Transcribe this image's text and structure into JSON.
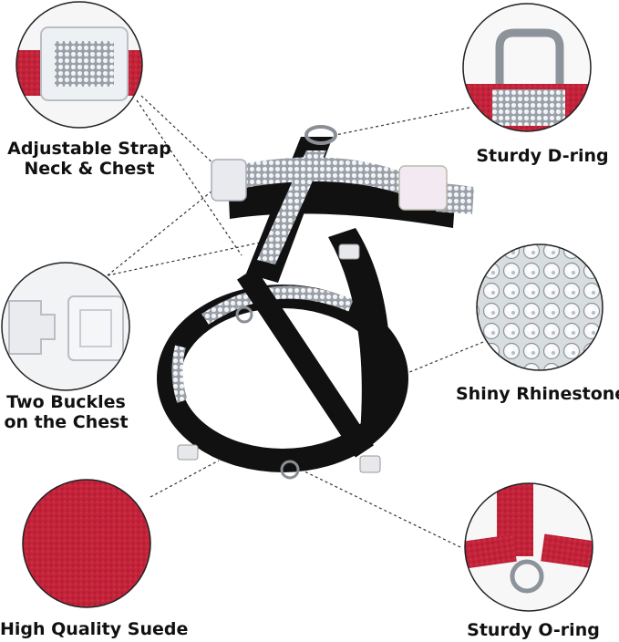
{
  "features": {
    "adjustable_strap": {
      "line1": "Adjustable Strap",
      "line2": "Neck & Chest"
    },
    "sturdy_d_ring": {
      "label": "Sturdy D-ring"
    },
    "two_buckles": {
      "line1": "Two Buckles",
      "line2": "on the Chest"
    },
    "shiny_rhinestones": {
      "label": "Shiny Rhinestones"
    },
    "high_quality_suede": {
      "label": "High Quality Suede"
    },
    "sturdy_o_ring": {
      "label": "Sturdy O-ring"
    }
  },
  "colors": {
    "background": "#ffffff",
    "harness_black": "#111111",
    "rhinestone_silver": "#c9ccd1",
    "suede_red": "#c4233a",
    "callout_circle": "#222222",
    "leader_line": "#333333"
  },
  "product": {
    "type": "rhinestone dog harness",
    "harness_color": "black",
    "detail_color": "red"
  }
}
